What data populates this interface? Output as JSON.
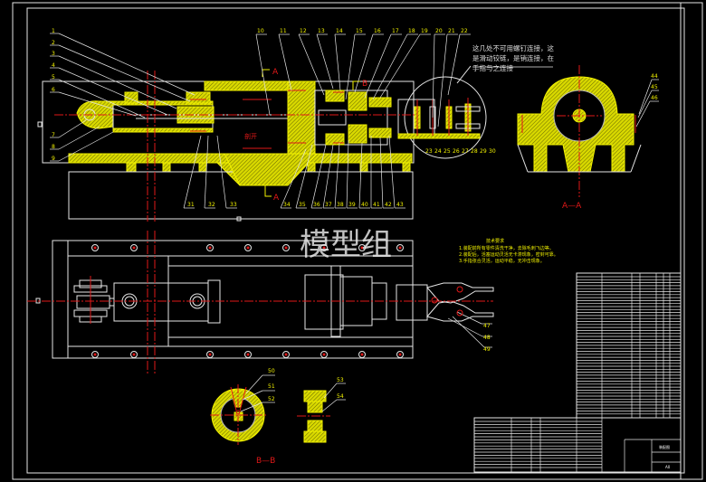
{
  "drawing": {
    "type": "mechanical assembly drawing",
    "colors": {
      "background": "#000000",
      "outline": "#e6e6e6",
      "section_hatch": "#f2f200",
      "centerline": "#e01818"
    },
    "watermark": "模型组",
    "section_labels": {
      "section_a": "A",
      "section_a_view": "A—A",
      "section_b": "B",
      "section_b_view": "B—B",
      "local_view": "剖开"
    },
    "note_top": [
      "这几处不可用螺钉连接，这",
      "是滑动铰链，是销连接，在",
      "手指与之连接"
    ],
    "tech_requirements": {
      "title": "技术要求",
      "lines": [
        "1.装配前所有零件清洗干净，去除毛刺飞边等。",
        "2.装配后，活塞运动灵活无卡滞现象，密封可靠。",
        "3.手指张合灵活，运动平稳，无冲击现象。"
      ]
    },
    "part_labels": {
      "left_top": [
        "1",
        "2",
        "3",
        "4",
        "5",
        "6"
      ],
      "left_bottom": [
        "7",
        "8",
        "9"
      ],
      "top_row": [
        "10",
        "11",
        "12",
        "13",
        "14",
        "15",
        "16",
        "17",
        "18",
        "19",
        "20",
        "21",
        "22"
      ],
      "detail_bottom": [
        "23",
        "24",
        "25",
        "26",
        "27",
        "28",
        "29",
        "30"
      ],
      "bottom_row_left": [
        "31",
        "32",
        "33"
      ],
      "bottom_row_right": [
        "34",
        "35",
        "36",
        "37",
        "38",
        "39",
        "40",
        "41",
        "42",
        "43"
      ],
      "section_aa": [
        "44",
        "45",
        "46"
      ],
      "gripper": [
        "47",
        "48",
        "49"
      ],
      "section_bb": [
        "50",
        "51",
        "52",
        "53",
        "54"
      ]
    },
    "title_block": {
      "drawing_name": "装配图",
      "sheet": "A0"
    }
  }
}
